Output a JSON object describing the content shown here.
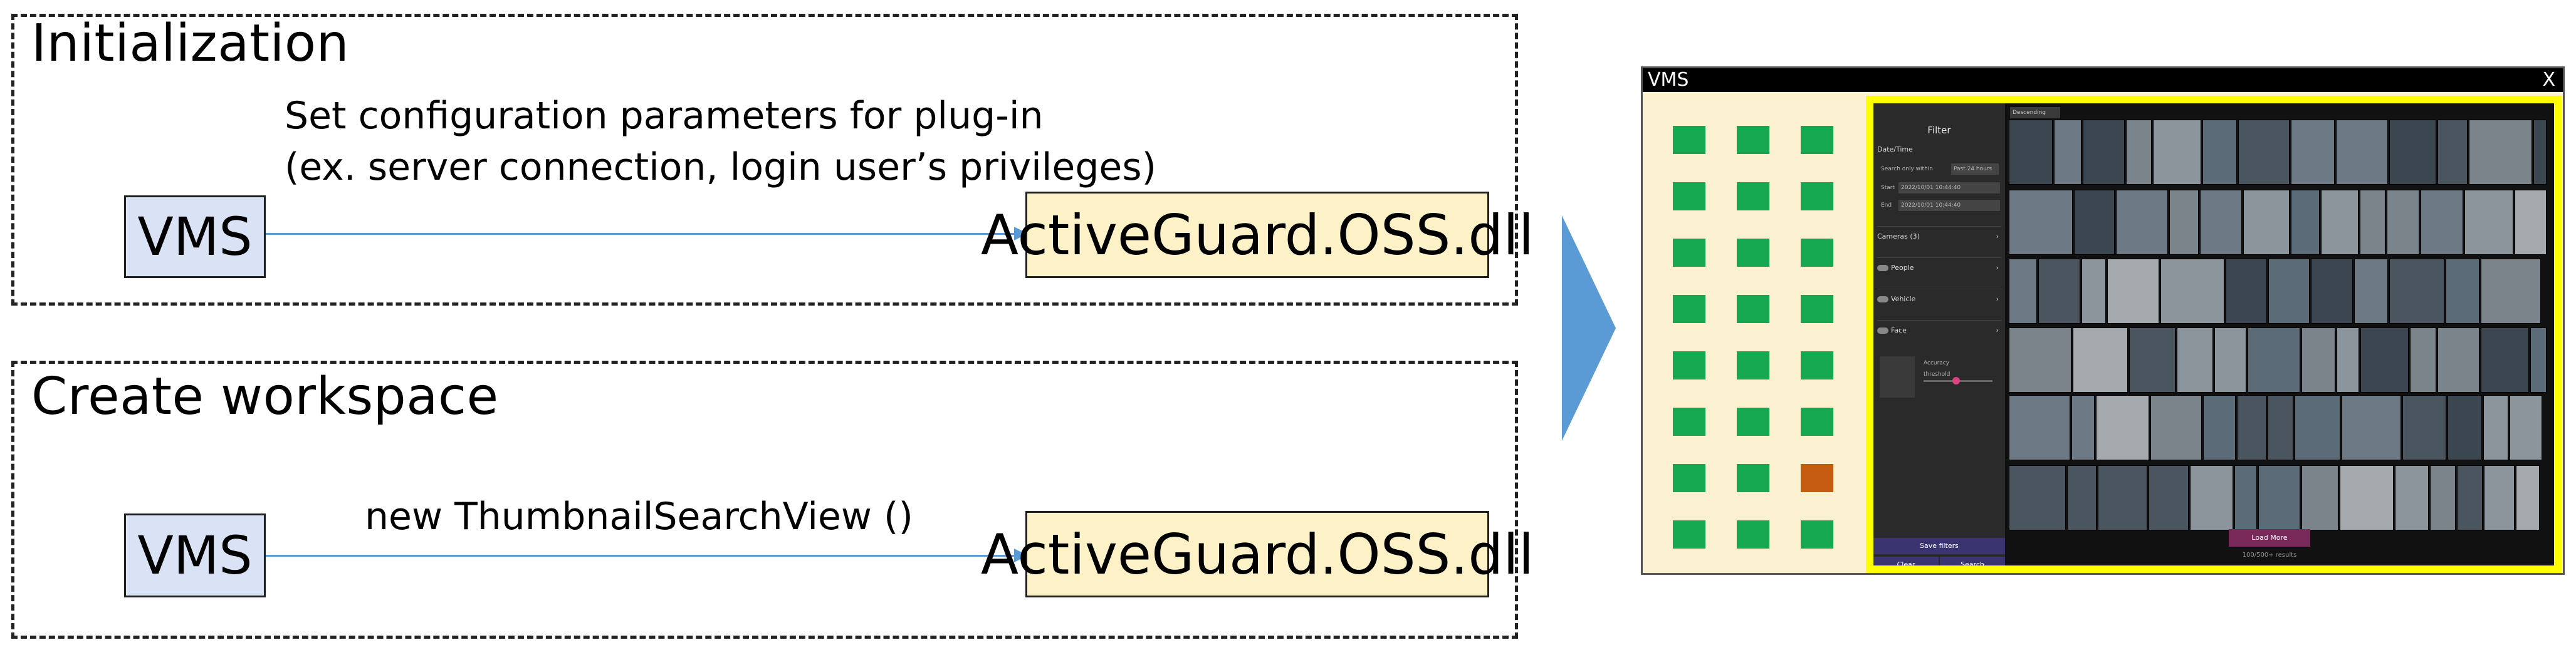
{
  "panels": {
    "initialization": {
      "title": "Initialization",
      "caption_line1": "Set configuration parameters for plug-in",
      "caption_line2": "(ex. server connection, login user’s privileges)",
      "source_label": "VMS",
      "target_label": "ActiveGuard.OSS.dll"
    },
    "create_workspace": {
      "title": "Create workspace",
      "caption": "new ThumbnailSearchView ()",
      "source_label": "VMS",
      "target_label": "ActiveGuard.OSS.dll"
    }
  },
  "transition_arrow_color": "#5b9bd5",
  "vms_window": {
    "title": "VMS",
    "close_label": "X",
    "tile_grid": {
      "rows": 8,
      "cols": 3,
      "tile_color": "#16a850",
      "highlight_color": "#c55a11",
      "highlighted_tile": {
        "row": 7,
        "col": 3
      }
    },
    "search_view": {
      "border_color": "#ffff00",
      "filter_header": "Filter",
      "section_datetime": "Date/Time",
      "search_only_within": "Search only within",
      "range_select": "Past 24 hours",
      "start_label": "Start",
      "start_value": "2022/10/01 10:44:40",
      "end_label": "End",
      "end_value": "2022/10/01 10:44:40",
      "cameras": "Cameras (3)",
      "people": "People",
      "vehicle": "Vehicle",
      "face": "Face",
      "accuracy_threshold": "Accuracy threshold",
      "save_filters": "Save filters",
      "clear": "Clear",
      "search": "Search",
      "sort_label": "Descending date",
      "load_more": "Load More",
      "results_count": "100/500+ results"
    }
  }
}
